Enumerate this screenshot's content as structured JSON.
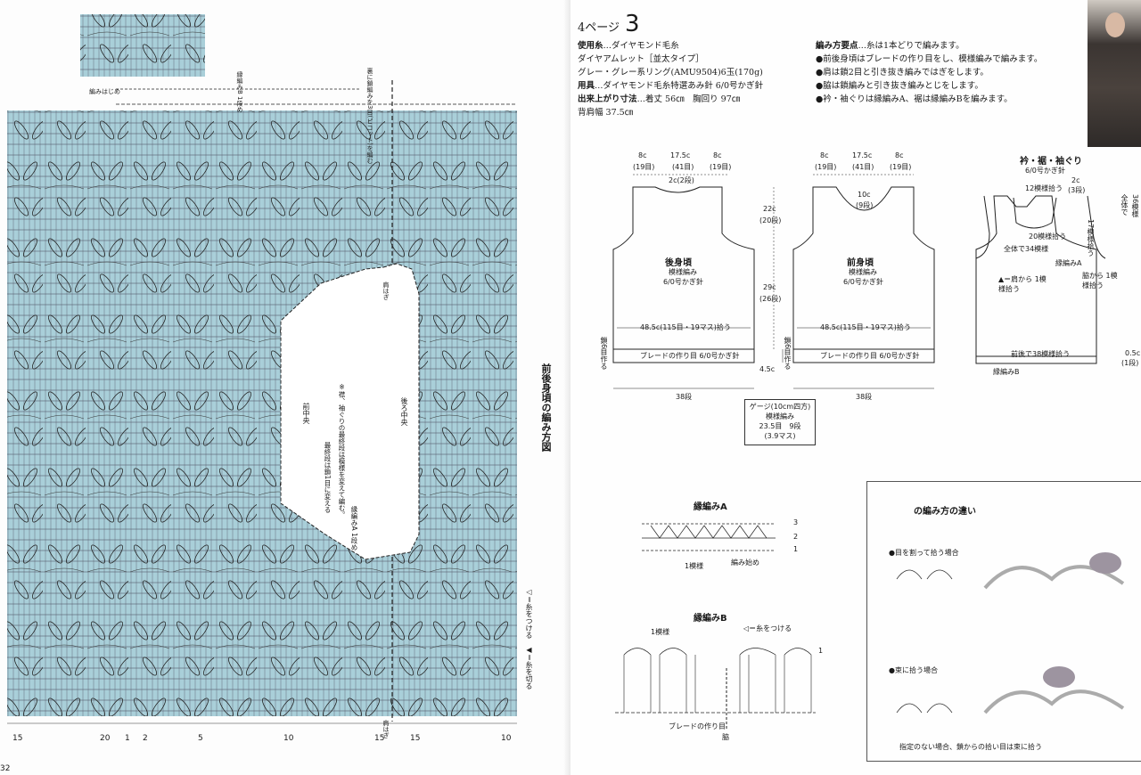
{
  "left": {
    "chart_title": "前後身頃の編み方図",
    "legend": "◁＝糸をつける　◀＝糸を切る",
    "page_number": "32",
    "annotations": {
      "top_note": "裏に鎖編みを3目(ピコット)を編む",
      "side_note": "編みはじめ",
      "shoulder_1": "肩はぎ",
      "shoulder_2": "肩はぎ",
      "back_center": "後ろ中央",
      "front_center": "前中央",
      "final_row": "最終段は鎖1目に変える",
      "note": "※襟、袖ぐりの最終段は模様を変えて編む。",
      "edge_a": "縁編みA 1段め",
      "edge_b": "縁編みB 1段め"
    },
    "row_numbers_bottom": [
      "15",
      "20",
      "1",
      "2",
      "5",
      "10",
      "15",
      "15",
      "10"
    ]
  },
  "right": {
    "header_page": "4ページ",
    "header_no": "3",
    "materials": [
      {
        "k": "使用糸",
        "v": "…ダイヤモンド毛糸"
      },
      {
        "k": "",
        "v": "ダイヤアムレット［並太タイプ］"
      },
      {
        "k": "",
        "v": "グレー・グレー系リング(AMU9504)6玉(170g)"
      },
      {
        "k": "用具",
        "v": "…ダイヤモンド毛糸特選あみ針 6/0号かぎ針"
      },
      {
        "k": "出来上がり寸法",
        "v": "…着丈 56㎝　胸回り 97㎝"
      },
      {
        "k": "",
        "v": "背肩幅 37.5㎝"
      }
    ],
    "points_title": "編み方要点",
    "points_intro": "…糸は1本どりで編みます。",
    "points": [
      "●前後身頃はブレードの作り目をし、模様編みで編みます。",
      "●肩は鎖2目と引き抜き編みではぎをします。",
      "●脇は鎖編みと引き抜き編みとじをします。",
      "●衿・袖ぐりは縁編みA、裾は縁編みBを編みます。"
    ],
    "back": {
      "title": "後身頃",
      "stitch": "模様編み",
      "hook": "6/0号かぎ針",
      "w1": "8c",
      "w1s": "(19目)",
      "w2": "17.5c",
      "w2s": "(41目)",
      "w3": "8c",
      "w3s": "(19目)",
      "neck": "2c(2段)",
      "pickup": "48.5c(115目・19マス)拾う",
      "braid": "ブレードの作り目 6/0号かぎ針",
      "rows": "38段",
      "chain": "鎖6目作る"
    },
    "front": {
      "title": "前身頃",
      "stitch": "模様編み",
      "hook": "6/0号かぎ針",
      "w1": "8c",
      "w1s": "(19目)",
      "w2": "17.5c",
      "w2s": "(41目)",
      "w3": "8c",
      "w3s": "(19目)",
      "neck": "10c",
      "neck_s": "(9段)",
      "pickup": "48.5c(115目・19マス)拾う",
      "braid": "ブレードの作り目 6/0号かぎ針",
      "rows": "38段",
      "chain": "鎖6目作る"
    },
    "heights": {
      "h1": "22c",
      "h1s": "(20段)",
      "h2": "29c",
      "h2s": "(26段)",
      "h3": "4.5c"
    },
    "gauge": {
      "l1": "ゲージ(10cm四方)",
      "l2": "模様編み",
      "l3": "23.5目　9段",
      "l4": "(3.9マス)"
    },
    "edging": {
      "title": "衿・裾・袖ぐり",
      "hook": "6/0号かぎ針",
      "t1": "2c",
      "t1s": "(3段)",
      "t2": "12模様拾う",
      "t3": "全体で",
      "t4": "36模様",
      "t5": "20模様拾う",
      "t6": "17模様拾う",
      "t7": "全体で34模様",
      "t8": "縁編みA",
      "t9": "▲＝肩から 1模様拾う",
      "t10": "脇から 1模様拾う",
      "t11": "前後で38模様拾う",
      "t12": "縁編みB",
      "t13": "0.5c",
      "t14": "(1段)"
    },
    "edge_a": {
      "title": "縁編みA",
      "r3": "3",
      "r2": "2",
      "r1": "1",
      "repeat": "1模様",
      "start": "編み始め"
    },
    "edge_b": {
      "title": "縁編みB",
      "repeat": "1模様",
      "attach": "◁＝糸をつける",
      "r1": "1",
      "braid": "ブレードの作り目",
      "side": "脇"
    },
    "diff": {
      "title": "の編み方の違い",
      "case1": "●目を割って拾う場合",
      "case2": "●束に拾う場合",
      "footer": "指定のない場合、鎖からの拾い目は束に拾う"
    }
  }
}
